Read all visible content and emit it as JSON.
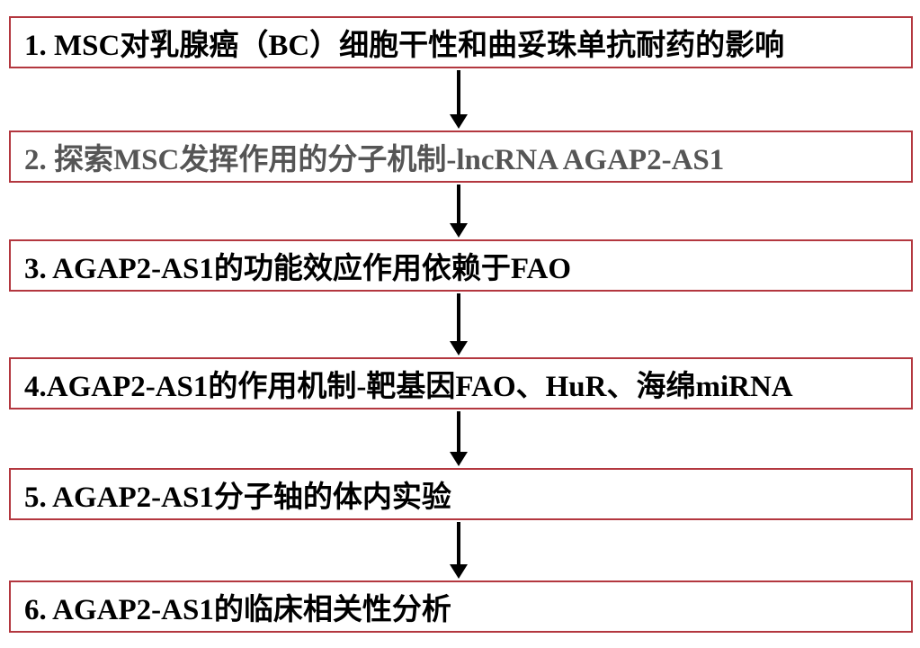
{
  "steps": [
    {
      "label": "1. MSC对乳腺癌（BC）细胞干性和曲妥珠单抗耐药的影响"
    },
    {
      "label": "2. 探索MSC发挥作用的分子机制-lncRNA AGAP2-AS1"
    },
    {
      "label": "3. AGAP2-AS1的功能效应作用依赖于FAO"
    },
    {
      "label": "4.AGAP2-AS1的作用机制-靶基因FAO、HuR、海绵miRNA"
    },
    {
      "label": "5. AGAP2-AS1分子轴的体内实验"
    },
    {
      "label": "6. AGAP2-AS1的临床相关性分析"
    }
  ],
  "colors": {
    "box_border": "#b3373f",
    "arrow": "#000000",
    "text": "#000000",
    "text_muted": "#555555"
  }
}
